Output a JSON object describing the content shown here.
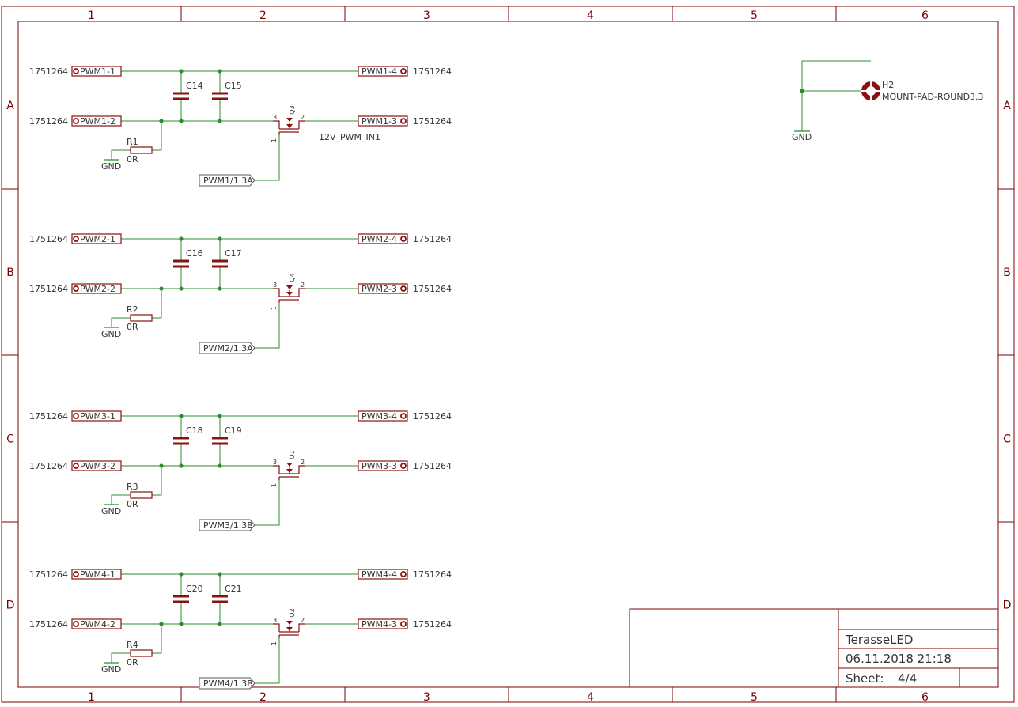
{
  "colors": {
    "frame": "#7a0000",
    "wire": "#2e8b2e",
    "part": "#8b1010",
    "text": "#333333",
    "background": "#ffffff"
  },
  "frame": {
    "columns": [
      "1",
      "2",
      "3",
      "4",
      "5",
      "6"
    ],
    "rows": [
      "A",
      "B",
      "C",
      "D"
    ]
  },
  "channels": [
    {
      "id": "pwm1",
      "conn_in_top": "PWM1-1",
      "conn_in_bottom": "PWM1-2",
      "conn_out_top": "PWM1-4",
      "conn_out_bottom": "PWM1-3",
      "part_number": "1751264",
      "cap_left": "C14",
      "cap_right": "C15",
      "resistor": "R1",
      "resistor_value": "0R",
      "gnd": "GND",
      "transistor": "Q3",
      "pin1": "1",
      "pin2": "2",
      "pin3": "3",
      "input_port": "PWM1/1.3A",
      "net_label": "12V_PWM_IN1"
    },
    {
      "id": "pwm2",
      "conn_in_top": "PWM2-1",
      "conn_in_bottom": "PWM2-2",
      "conn_out_top": "PWM2-4",
      "conn_out_bottom": "PWM2-3",
      "part_number": "1751264",
      "cap_left": "C16",
      "cap_right": "C17",
      "resistor": "R2",
      "resistor_value": "0R",
      "gnd": "GND",
      "transistor": "Q4",
      "pin1": "1",
      "pin2": "2",
      "pin3": "3",
      "input_port": "PWM2/1.3A",
      "net_label": ""
    },
    {
      "id": "pwm3",
      "conn_in_top": "PWM3-1",
      "conn_in_bottom": "PWM3-2",
      "conn_out_top": "PWM3-4",
      "conn_out_bottom": "PWM3-3",
      "part_number": "1751264",
      "cap_left": "C18",
      "cap_right": "C19",
      "resistor": "R3",
      "resistor_value": "0R",
      "gnd": "GND",
      "transistor": "Q1",
      "pin1": "1",
      "pin2": "2",
      "pin3": "3",
      "input_port": "PWM3/1.3B",
      "net_label": ""
    },
    {
      "id": "pwm4",
      "conn_in_top": "PWM4-1",
      "conn_in_bottom": "PWM4-2",
      "conn_out_top": "PWM4-4",
      "conn_out_bottom": "PWM4-3",
      "part_number": "1751264",
      "cap_left": "C20",
      "cap_right": "C21",
      "resistor": "R4",
      "resistor_value": "0R",
      "gnd": "GND",
      "transistor": "Q2",
      "pin1": "1",
      "pin2": "2",
      "pin3": "3",
      "input_port": "PWM4/1.3B",
      "net_label": ""
    }
  ],
  "mount_pad": {
    "name": "H2",
    "value": "MOUNT-PAD-ROUND3.3",
    "gnd": "GND"
  },
  "title_block": {
    "project": "TerasseLED",
    "date": "06.11.2018 21:18",
    "sheet_label": "Sheet:",
    "sheet_value": "4/4"
  }
}
